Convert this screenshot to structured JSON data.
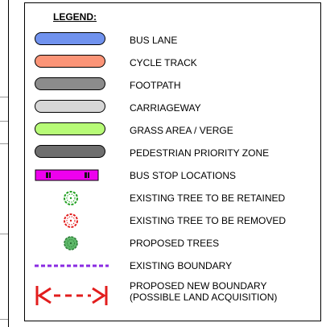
{
  "legend": {
    "title": "LEGEND:",
    "items": [
      {
        "label": "BUS LANE",
        "color": "#7092ee"
      },
      {
        "label": "CYCLE TRACK",
        "color": "#fb9477"
      },
      {
        "label": "FOOTPATH",
        "color": "#8c8c8c"
      },
      {
        "label": "CARRIAGEWAY",
        "color": "#d6d6d6"
      },
      {
        "label": "GRASS AREA / VERGE",
        "color": "#b7fb77"
      },
      {
        "label": "PEDESTRIAN PRIORITY ZONE",
        "color": "#6e6e6e"
      },
      {
        "label": "BUS STOP LOCATIONS",
        "color": "#ee00ee"
      },
      {
        "label": "EXISTING TREE TO BE RETAINED",
        "color": "#1f9f1f"
      },
      {
        "label": "EXISTING TREE TO BE REMOVED",
        "color": "#e21d1d"
      },
      {
        "label": "PROPOSED TREES",
        "color": "#2f9f3f"
      },
      {
        "label": "EXISTING BOUNDARY",
        "color": "#8a2be2"
      },
      {
        "label": "PROPOSED NEW BOUNDARY",
        "label2": "(POSSIBLE LAND ACQUISITION)",
        "color": "#e21d1d"
      }
    ]
  }
}
